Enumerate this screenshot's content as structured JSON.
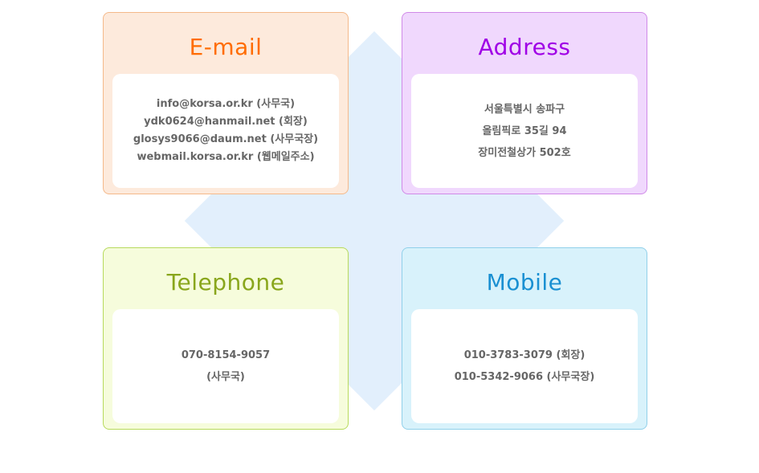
{
  "email": {
    "title": "E-mail",
    "lines": [
      "info@korsa.or.kr (사무국)",
      "ydk0624@hanmail.net (회장)",
      "glosys9066@daum.net (사무국장)",
      "webmail.korsa.or.kr (웹메일주소)"
    ]
  },
  "address": {
    "title": "Address",
    "lines": [
      "서울특별시 송파구",
      "올림픽로 35길 94",
      "장미전철상가 502호"
    ]
  },
  "telephone": {
    "title": "Telephone",
    "lines": [
      "070-8154-9057",
      "(사무국)"
    ]
  },
  "mobile": {
    "title": "Mobile",
    "lines": [
      "010-3783-3079 (회장)",
      "010-5342-9066 (사무국장)"
    ]
  },
  "colors": {
    "email": "#ff6c00",
    "address": "#a000e6",
    "telephone": "#89a61c",
    "mobile": "#1a90d2",
    "diamond": "#e2effc"
  }
}
